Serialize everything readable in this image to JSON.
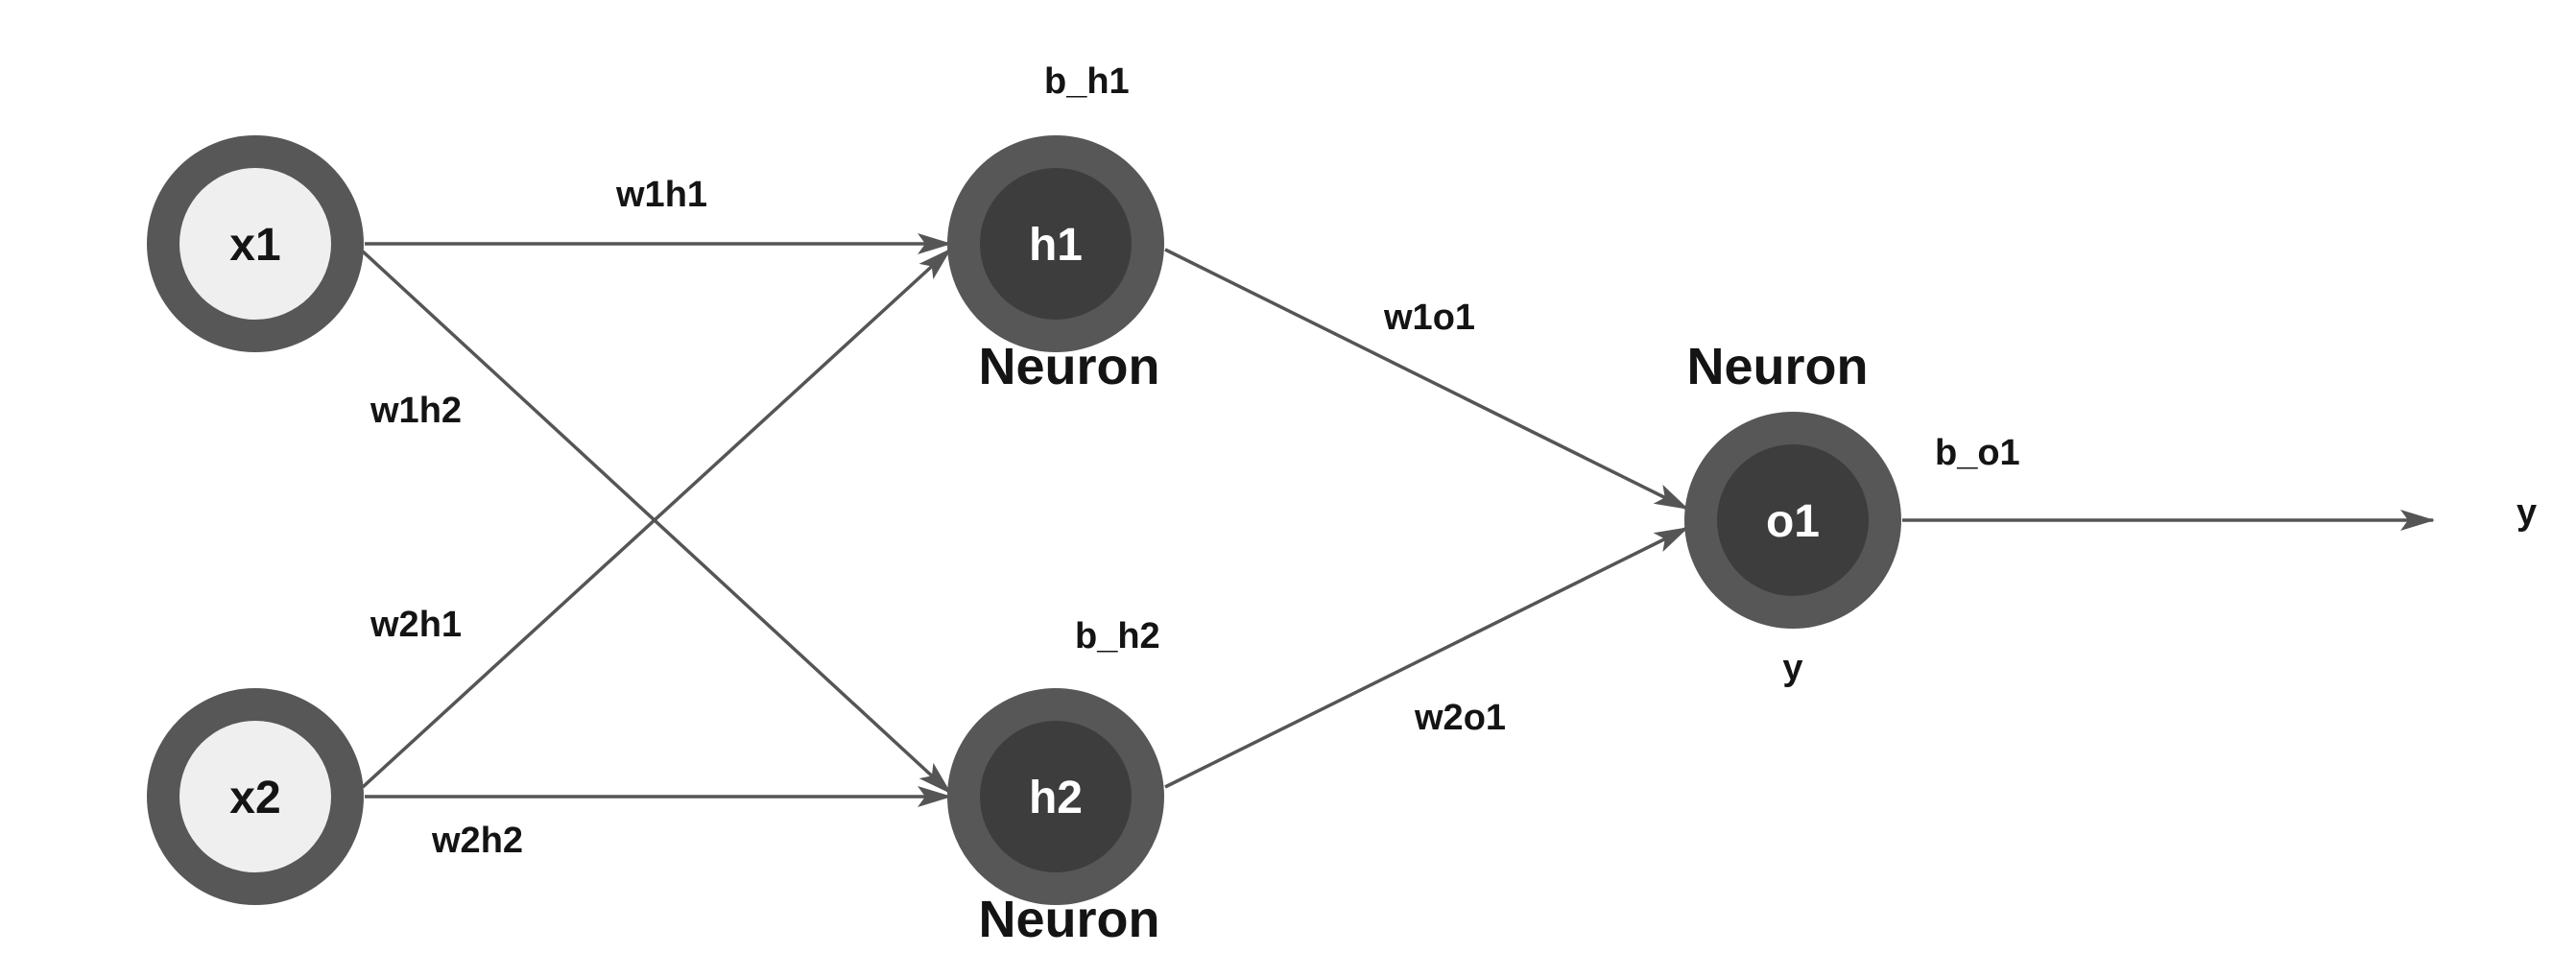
{
  "colors": {
    "ring": "#575757",
    "input_fill": "#efefef",
    "neuron_fill": "#3d3d3d",
    "edge": "#555555",
    "text_dark": "#141414",
    "text_light": "#ffffff",
    "background": "#ffffff"
  },
  "nodes": {
    "x1": "x1",
    "x2": "x2",
    "h1": "h1",
    "h2": "h2",
    "o1": "o1"
  },
  "captions": {
    "h1": "Neuron",
    "h2": "Neuron",
    "o1": "Neuron"
  },
  "weights": {
    "w1h1": "w1h1",
    "w1h2": "w1h2",
    "w2h1": "w2h1",
    "w2h2": "w2h2",
    "w1o1": "w1o1",
    "w2o1": "w2o1"
  },
  "biases": {
    "b_h1": "b_h1",
    "b_h2": "b_h2",
    "b_o1": "b_o1"
  },
  "output": {
    "below_o1": "y",
    "arrow_end": "y"
  }
}
